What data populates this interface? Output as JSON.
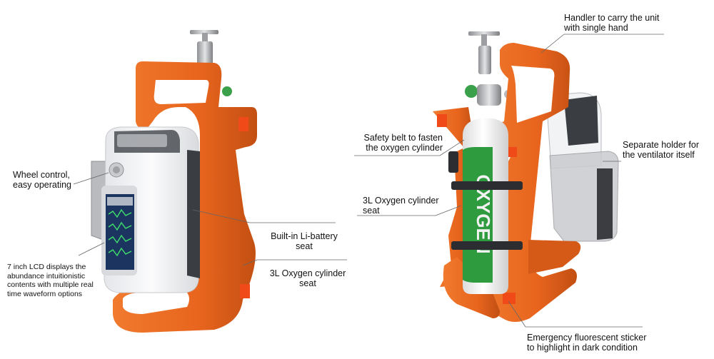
{
  "callouts": {
    "wheel_control": "Wheel control,\neasy operating",
    "lcd": "7 inch LCD displays the\nabundance intuitionistic\ncontents with multiple real\ntime waveform options",
    "battery": "Built-in Li-battery\nseat",
    "cylinder_seat_left": "3L Oxygen cylinder\nseat",
    "handler": "Handler to carry the unit\nwith single hand",
    "safety_belt": "Safety belt to fasten\nthe oxygen cylinder",
    "separate_holder": "Separate holder for\nthe ventilator itself",
    "cylinder_seat_right": "3L Oxygen cylinder\nseat",
    "sticker": "Emergency fluorescent sticker\nto highlight in dark condition"
  },
  "colors": {
    "frame_orange": "#e8651e",
    "frame_orange_dark": "#c24f12",
    "fluorescent": "#f04a18",
    "cylinder_green": "#2e9b3e",
    "cylinder_white": "#f2f2f2",
    "device_white": "#f0f1f3",
    "device_dark": "#3a3d42",
    "screen_bg": "#1c3560",
    "wave_green": "#3fe06a",
    "leader_line": "#666666"
  },
  "cylinder_text": "OXYGEN"
}
